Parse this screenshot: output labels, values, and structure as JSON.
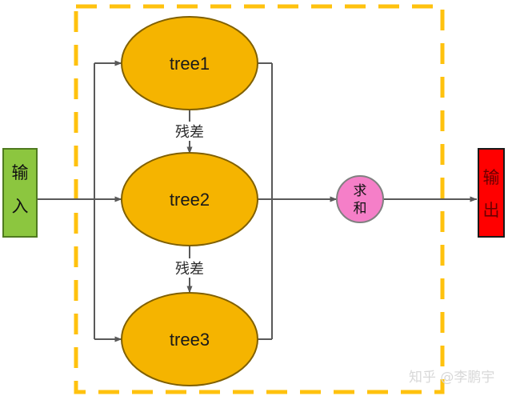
{
  "diagram": {
    "title": "GBDT boosting diagram",
    "background": "#ffffff",
    "colors": {
      "tree_fill": "#F5B400",
      "tree_stroke": "#806000",
      "input_fill": "#8CC63F",
      "input_stroke": "#4F7A1F",
      "output_fill": "#FF0000",
      "output_stroke": "#1a1a1a",
      "sum_fill": "#F57FC8",
      "sum_stroke": "#808080",
      "edge": "#595959",
      "dashed_border": "#FFC20E",
      "watermark": "#d8d8d8"
    }
  },
  "nodes": {
    "input": {
      "label": "输入",
      "chars": [
        "输",
        "入"
      ]
    },
    "output": {
      "label": "输出",
      "chars": [
        "输",
        "出"
      ]
    },
    "sum": {
      "label": "求和",
      "chars": [
        "求",
        "和"
      ]
    },
    "trees": [
      {
        "id": "tree1",
        "label": "tree1"
      },
      {
        "id": "tree2",
        "label": "tree2"
      },
      {
        "id": "tree3",
        "label": "tree3"
      }
    ]
  },
  "edge_labels": [
    {
      "id": "residual-1",
      "label": "残差"
    },
    {
      "id": "residual-2",
      "label": "残差"
    }
  ],
  "watermark": {
    "site": "知乎",
    "handle": "@李鹏宇",
    "full": "知乎 @李鹏宇"
  }
}
